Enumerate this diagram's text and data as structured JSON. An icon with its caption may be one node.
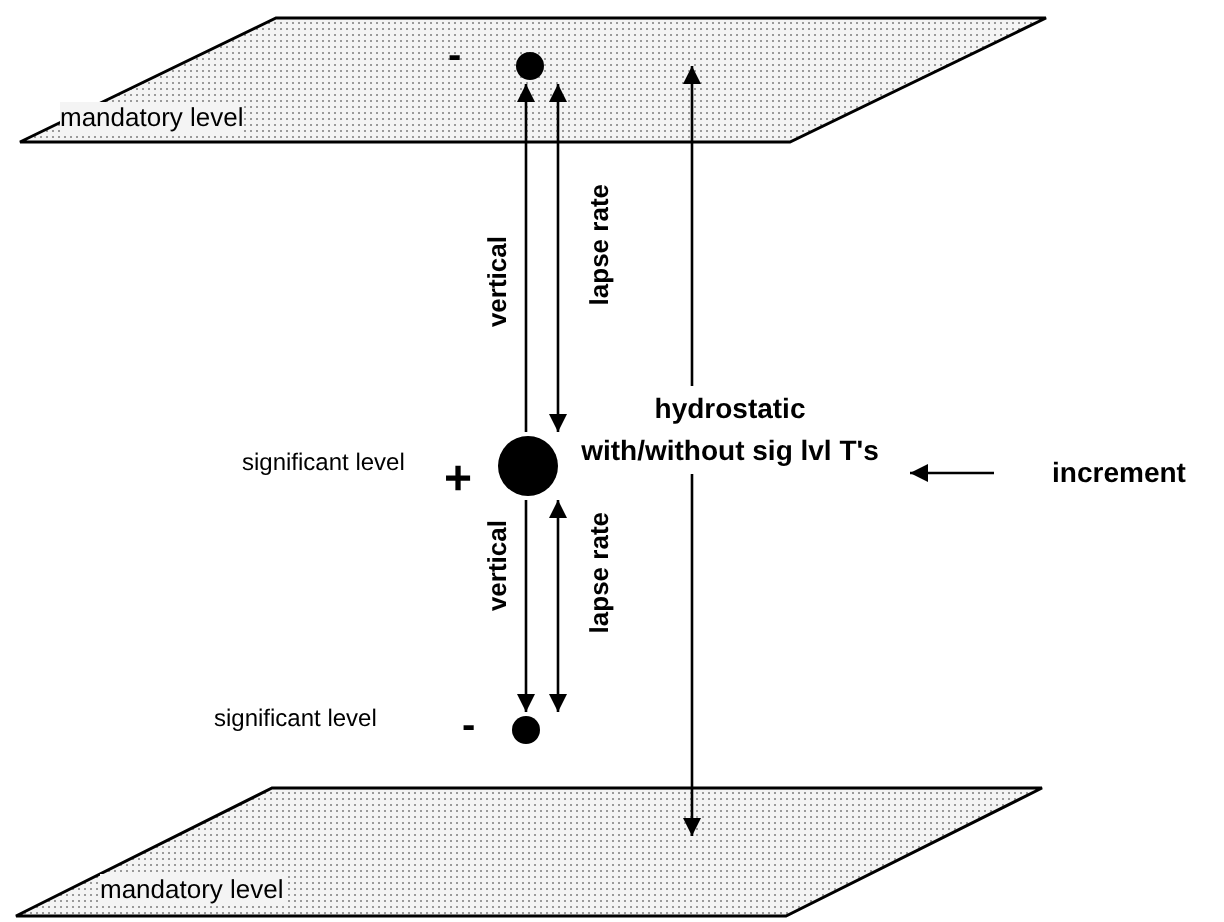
{
  "diagram": {
    "nodes": [
      {
        "text": [
          "mandatory level"
        ]
      },
      {
        "text": [],
        "shape": "circle",
        "in": 0,
        "beside": [
          "-"
        ]
      },
      {
        "text": [],
        "shape": "circle",
        "beside": [
          "significant level",
          "+"
        ]
      },
      {
        "text": [],
        "shape": "circle",
        "beside": [
          "significant level",
          "-"
        ]
      },
      {
        "text": [
          "mandatory level"
        ]
      },
      {
        "text": [
          "hydrostatic with/without sig lvl T's"
        ]
      },
      {
        "text": [
          "increment"
        ]
      }
    ],
    "edges": [
      {
        "from": 2,
        "to": 1,
        "arrow": "to",
        "label": "vertical"
      },
      {
        "from": 1,
        "to": 2,
        "arrow": "both",
        "label": "lapse rate"
      },
      {
        "from": 2,
        "to": 3,
        "arrow": "to",
        "label": "vertical"
      },
      {
        "from": 2,
        "to": 3,
        "arrow": "both",
        "label": "lapse rate"
      },
      {
        "from": 5,
        "to": 0,
        "arrow": "to"
      },
      {
        "from": 5,
        "to": 4,
        "arrow": "to"
      },
      {
        "from": 6,
        "to": 5,
        "arrow": "to"
      }
    ]
  }
}
